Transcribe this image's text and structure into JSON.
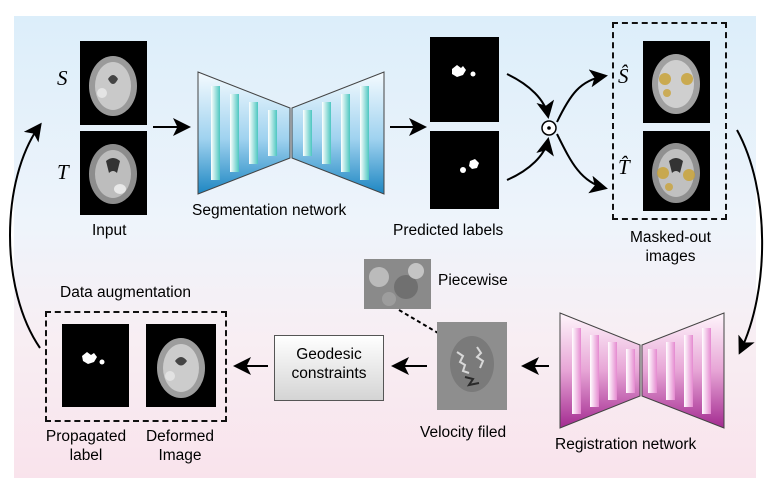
{
  "labels": {
    "input": "Input",
    "seg_net": "Segmentation network",
    "predicted": "Predicted labels",
    "masked_1": "Masked-out",
    "masked_2": "images",
    "reg_net": "Registration network",
    "velocity": "Velocity filed",
    "piecewise": "Piecewise",
    "geodesic_1": "Geodesic",
    "geodesic_2": "constraints",
    "data_aug": "Data augmentation",
    "prop_1": "Propagated",
    "prop_2": "label",
    "def_1": "Deformed",
    "def_2": "Image"
  },
  "math": {
    "s": "S",
    "t": "T",
    "s_hat": "Ŝ",
    "t_hat": "T̂",
    "odot": "⊙"
  },
  "colors": {
    "seg_network": "#2a9bd0",
    "seg_bars": "#5fd0c8",
    "reg_network": "#b0359a",
    "reg_bars": "#f0a8de",
    "highlight_yellow": "#c9a33a"
  }
}
